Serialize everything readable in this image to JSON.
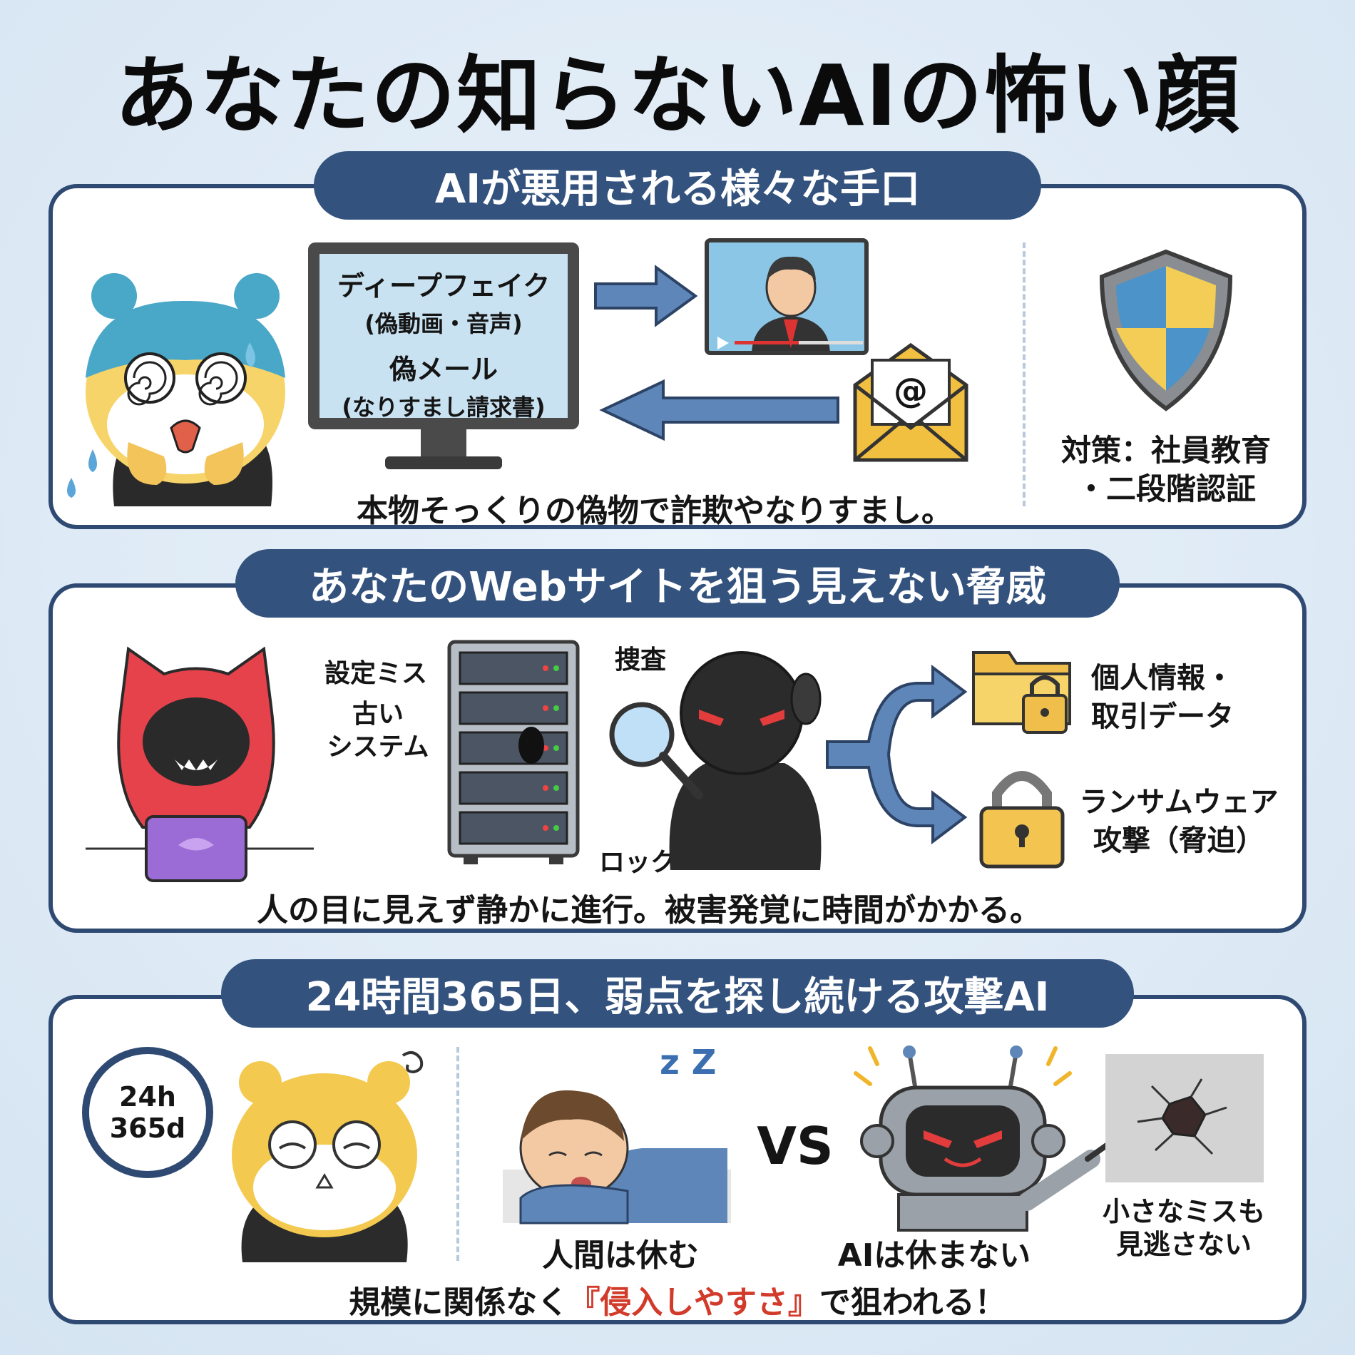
{
  "title": "あなたの知らないAIの怖い顔",
  "section1": {
    "header": "AIが悪用される様々な手口",
    "monitor_line1": "ディープフェイク",
    "monitor_line2": "(偽動画・音声)",
    "monitor_line3": "偽メール",
    "monitor_line4": "(なりすまし請求書)",
    "email_symbol": "@",
    "caption": "本物そっくりの偽物で詐欺やなりすまし。",
    "countermeasure_line1": "対策：社員教育",
    "countermeasure_line2": "・二段階認証"
  },
  "section2": {
    "header": "あなたのWebサイトを狙う見えない脅威",
    "label_misconfig": "設定ミス",
    "label_old_system_1": "古い",
    "label_old_system_2": "システム",
    "label_search": "捜査",
    "label_lock": "ロック",
    "label_data_1": "個人情報・",
    "label_data_2": "取引データ",
    "label_ransom_1": "ランサムウェア",
    "label_ransom_2": "攻撃（脅迫）",
    "caption": "人の目に見えず静かに進行。被害発覚に時間がかかる。"
  },
  "section3": {
    "header": "24時間365日、弱点を探し続ける攻撃AI",
    "clock_line1": "24h",
    "clock_line2": "365d",
    "sleep_z": "z Z",
    "human_label": "人間は休む",
    "vs": "VS",
    "ai_label": "AIは休まない",
    "crack_label_1": "小さなミスも",
    "crack_label_2": "見逃さない",
    "caption_before": "規模に関係なく",
    "caption_highlight": "『侵入しやすさ』",
    "caption_after": "で狙われる！"
  },
  "colors": {
    "navy": "#2f4a72",
    "pill": "#33527e",
    "highlight_red": "#d23a2a",
    "background": "#dce9f5"
  }
}
